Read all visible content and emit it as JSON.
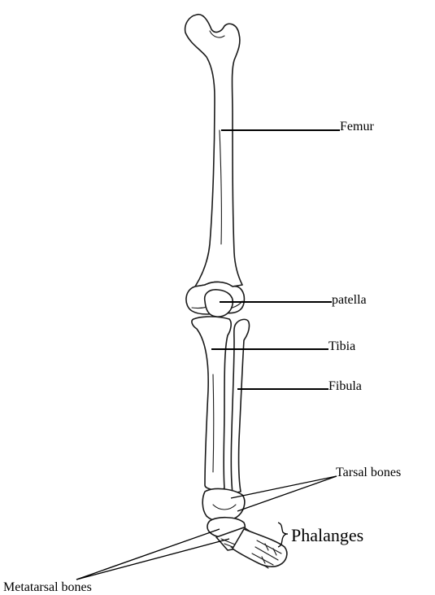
{
  "labels": {
    "femur": "Femur",
    "patella": "patella",
    "tibia": "Tibia",
    "fibula": "Fibula",
    "tarsal": "Tarsal bones",
    "phalanges": "Phalanges",
    "metatarsal": "Metatarsal bones"
  },
  "colors": {
    "line": "#000000",
    "bone_fill": "#ffffff"
  }
}
